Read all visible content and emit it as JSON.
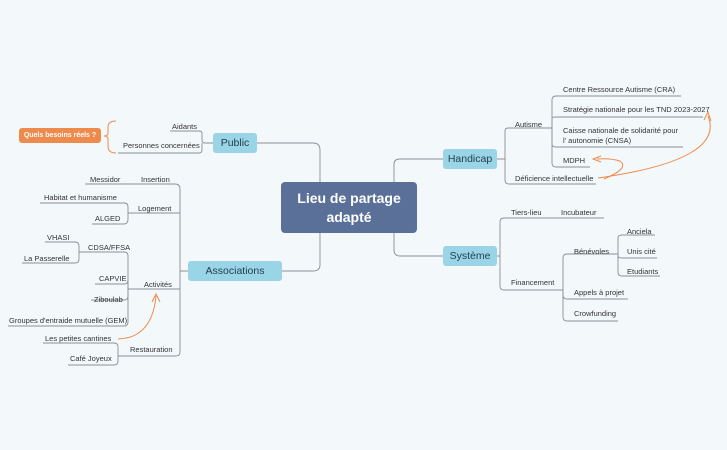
{
  "center": "Lieu de partage adapté",
  "callout": "Quels besoins réels ?",
  "public": {
    "label": "Public",
    "items": [
      "Aidants",
      "Personnes concernées"
    ]
  },
  "associations": {
    "label": "Associations",
    "insertion": {
      "label": "Insertion",
      "items": [
        "Messidor"
      ]
    },
    "logement": {
      "label": "Logement",
      "items": [
        "Habitat et humanisme",
        "ALGED"
      ]
    },
    "activites": {
      "label": "Activités",
      "cdsa": {
        "label": "CDSA/FFSA",
        "items": [
          "VHASI",
          "La Passerelle"
        ]
      },
      "items": [
        "CAPVIE",
        "Ziboulab",
        "Groupes d'entraide mutuelle (GEM)"
      ]
    },
    "restauration": {
      "label": "Restauration",
      "items": [
        "Les petites cantines",
        "Café Joyeux"
      ]
    }
  },
  "handicap": {
    "label": "Handicap",
    "autisme": {
      "label": "Autisme",
      "items": [
        "Centre Ressource Autisme (CRA)",
        "Stratégie nationale pour les TND 2023-2027",
        "Caisse nationale de solidarité pour l' autonomie (CNSA)",
        "MDPH"
      ]
    },
    "deficience": "Déficience intellectuelle"
  },
  "systeme": {
    "label": "Système",
    "tiers_lieu": {
      "label": "Tiers-lieu",
      "items": [
        "Incubateur"
      ]
    },
    "financement": {
      "label": "Financement",
      "benevoles": {
        "label": "Bénévoles",
        "items": [
          "Anciela",
          "Unis cité",
          "Etudiants"
        ]
      },
      "items": [
        "Appels à projet",
        "Crowfunding"
      ]
    }
  }
}
